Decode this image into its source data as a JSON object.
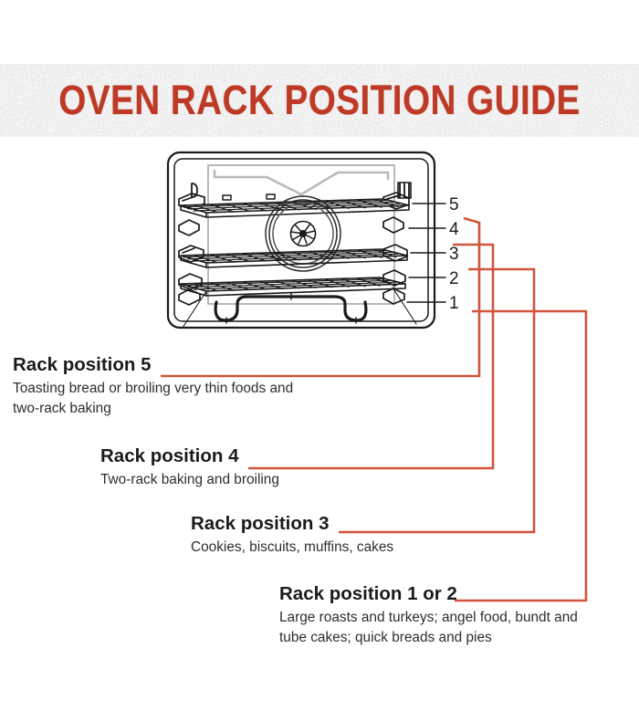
{
  "page": {
    "title": "OVEN RACK POSITION GUIDE",
    "background_color": "#ffffff",
    "accent_red": "#d2543c",
    "title_red": "#bf3a26",
    "band_color": "#d2d2d2",
    "text_color": "#2e2e2e",
    "heading_color": "#1b1b1b"
  },
  "diagram": {
    "name": "oven-interior-cutaway",
    "description": "Line drawing of an oven cavity seen from the front with three wire racks installed, a convection fan on the back wall, a V-shaped broil element at the top and a U-shaped bake element at the bottom.",
    "rack_labels": [
      "5",
      "4",
      "3",
      "2",
      "1"
    ],
    "parts": {
      "broil_element": "broil-element",
      "bake_element": "bake-element",
      "convection_fan": "convection-fan",
      "racks": [
        "rack-top",
        "rack-middle",
        "rack-bottom"
      ],
      "rack_supports": "rack-support-rails"
    }
  },
  "entries": [
    {
      "id": "rack-position-5",
      "heading": "Rack position 5",
      "body": "Toasting bread or broiling very thin foods and\ntwo-rack baking"
    },
    {
      "id": "rack-position-4",
      "heading": "Rack position 4",
      "body": "Two-rack baking and broiling"
    },
    {
      "id": "rack-position-3",
      "heading": "Rack position 3",
      "body": "Cookies, biscuits, muffins, cakes"
    },
    {
      "id": "rack-position-1-or-2",
      "heading": "Rack position 1 or 2",
      "body": "Large roasts and turkeys; angel food, bundt and\ntube cakes; quick breads and pies"
    }
  ]
}
